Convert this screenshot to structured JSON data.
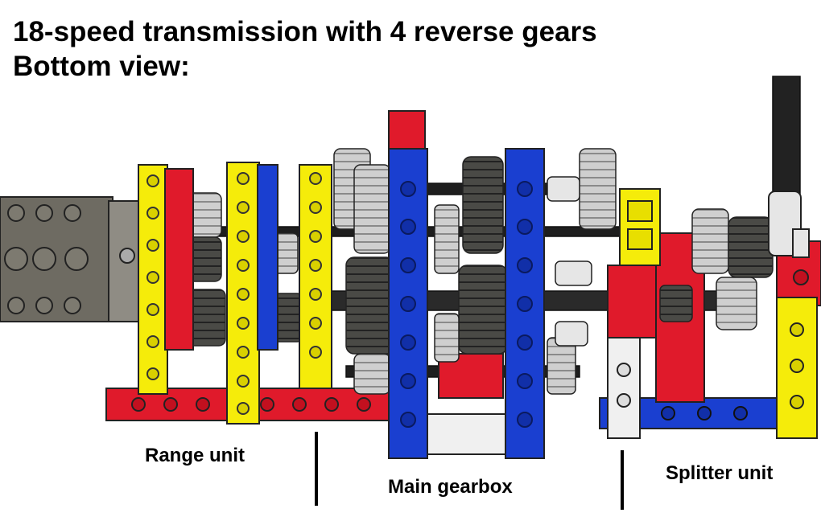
{
  "title": {
    "line1": "18-speed transmission with 4 reverse gears",
    "line2": "Bottom view:"
  },
  "labels": {
    "range_unit": "Range unit",
    "main_gearbox": "Main gearbox",
    "splitter_unit": "Splitter unit"
  },
  "colors": {
    "yellow_beam": "#f5ec0a",
    "blue_beam": "#1a3fd0",
    "red_beam": "#e01a2b",
    "white_beam": "#f0f0f0",
    "dark_gray": "#555550",
    "light_gray": "#c8c8c8",
    "axle_black": "#1e1e1e",
    "motor_gray": "#6e6b62"
  }
}
